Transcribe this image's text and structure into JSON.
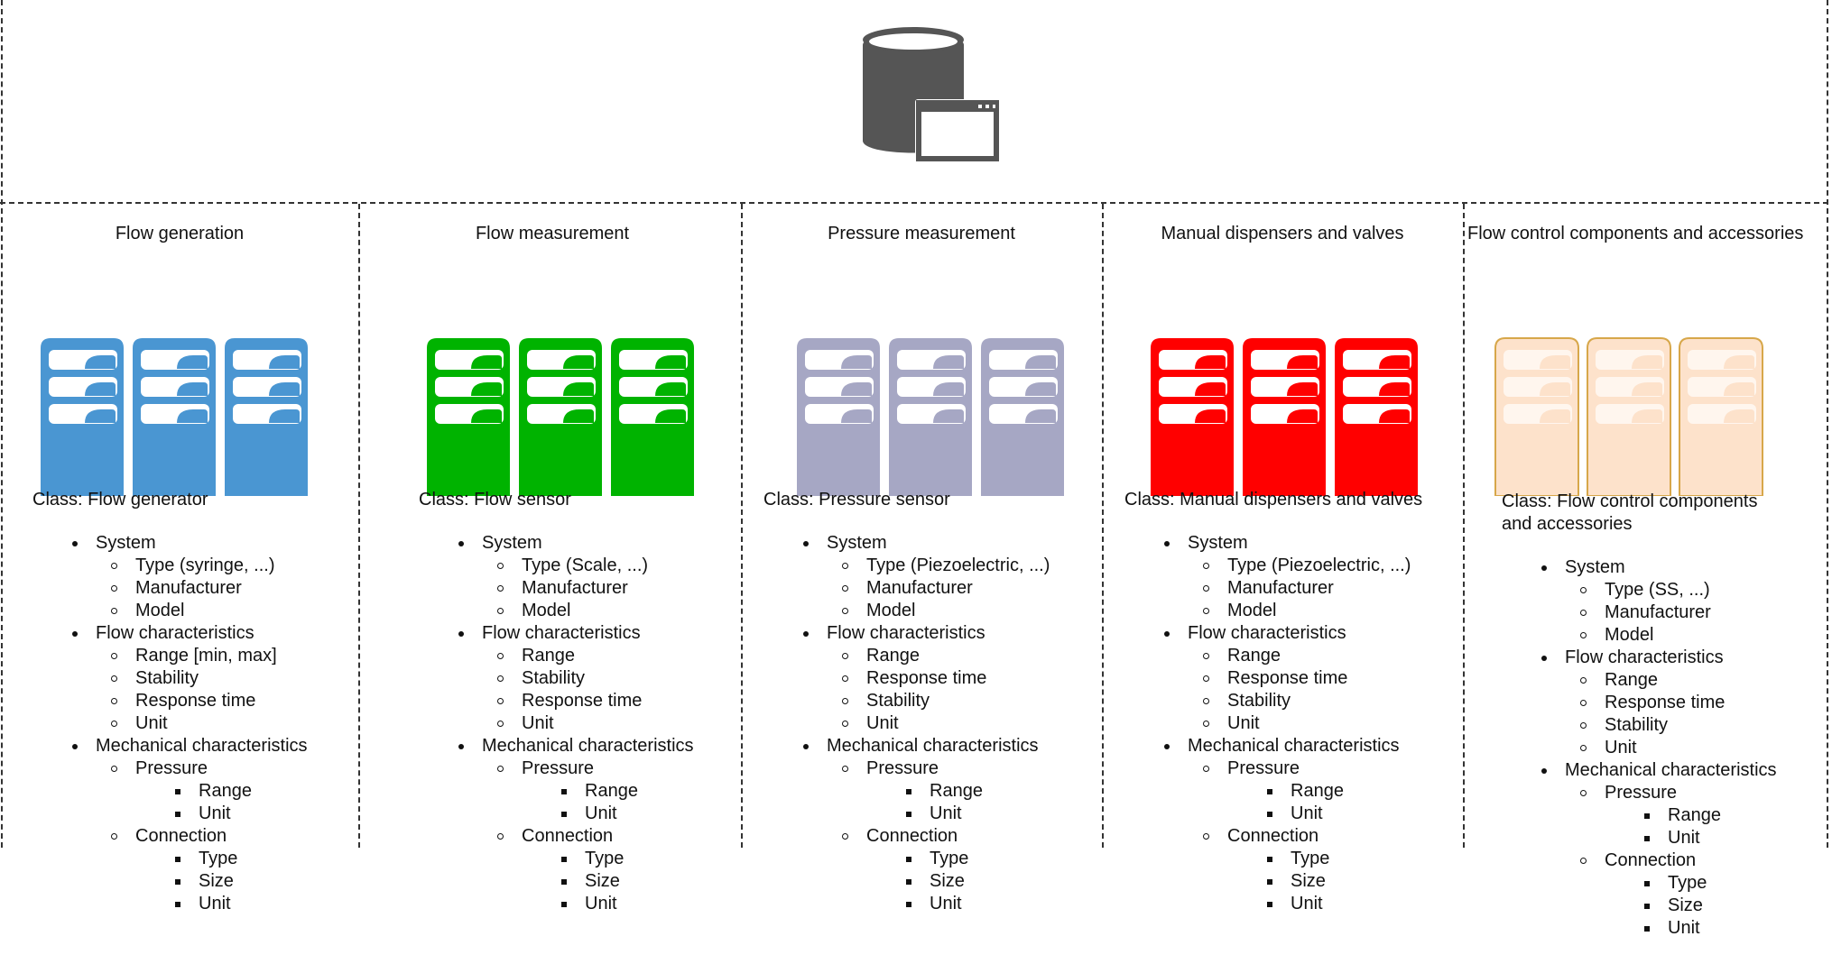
{
  "title_icon": "database-window-icon",
  "colors": {
    "flow_generation": "#4a96d2",
    "flow_measurement": "#00b300",
    "pressure_measurement": "#a6a7c4",
    "manual_dispensers": "#ff0000",
    "flow_control_fill": "#fde2cb",
    "flow_control_border": "#d7a74a",
    "icon_gray": "#555555"
  },
  "columns": [
    {
      "title": "Flow generation",
      "class_label": "Class: Flow generator",
      "system": "System",
      "system_items": [
        "Type (syringe, ...)",
        "Manufacturer",
        "Model"
      ],
      "flow": "Flow characteristics",
      "flow_items": [
        "Range [min, max]",
        "Stability",
        "Response time",
        "Unit"
      ],
      "mech": "Mechanical characteristics",
      "pressure": "Pressure",
      "pressure_items": [
        "Range",
        "Unit"
      ],
      "connection": "Connection",
      "connection_items": [
        "Type",
        "Size",
        "Unit"
      ]
    },
    {
      "title": "Flow measurement",
      "class_label": "Class: Flow sensor",
      "system": "System",
      "system_items": [
        "Type (Scale, ...)",
        "Manufacturer",
        "Model"
      ],
      "flow": "Flow characteristics",
      "flow_items": [
        "Range",
        "Stability",
        "Response time",
        "Unit"
      ],
      "mech": "Mechanical characteristics",
      "pressure": "Pressure",
      "pressure_items": [
        "Range",
        "Unit"
      ],
      "connection": "Connection",
      "connection_items": [
        "Type",
        "Size",
        "Unit"
      ]
    },
    {
      "title": "Pressure measurement",
      "class_label": "Class: Pressure sensor",
      "system": "System",
      "system_items": [
        "Type (Piezoelectric, ...)",
        "Manufacturer",
        "Model"
      ],
      "flow": "Flow characteristics",
      "flow_items": [
        "Range",
        "Response time",
        "Stability",
        "Unit"
      ],
      "mech": "Mechanical characteristics",
      "pressure": "Pressure",
      "pressure_items": [
        "Range",
        "Unit"
      ],
      "connection": "Connection",
      "connection_items": [
        "Type",
        "Size",
        "Unit"
      ]
    },
    {
      "title": "Manual dispensers and valves",
      "class_label": "Class: Manual dispensers and valves",
      "system": "System",
      "system_items": [
        "Type (Piezoelectric, ...)",
        "Manufacturer",
        "Model"
      ],
      "flow": "Flow characteristics",
      "flow_items": [
        "Range",
        "Response time",
        "Stability",
        "Unit"
      ],
      "mech": "Mechanical characteristics",
      "pressure": "Pressure",
      "pressure_items": [
        "Range",
        "Unit"
      ],
      "connection": "Connection",
      "connection_items": [
        "Type",
        "Size",
        "Unit"
      ]
    },
    {
      "title": "Flow control components and accessories",
      "class_label_line1": "Class: Flow control components",
      "class_label_line2": "and accessories",
      "system": "System",
      "system_items": [
        "Type (SS, ...)",
        "Manufacturer",
        "Model"
      ],
      "flow": "Flow characteristics",
      "flow_items": [
        "Range",
        "Response time",
        "Stability",
        "Unit"
      ],
      "mech": "Mechanical characteristics",
      "pressure": "Pressure",
      "pressure_items": [
        "Range",
        "Unit"
      ],
      "connection": "Connection",
      "connection_items": [
        "Type",
        "Size",
        "Unit"
      ]
    }
  ]
}
